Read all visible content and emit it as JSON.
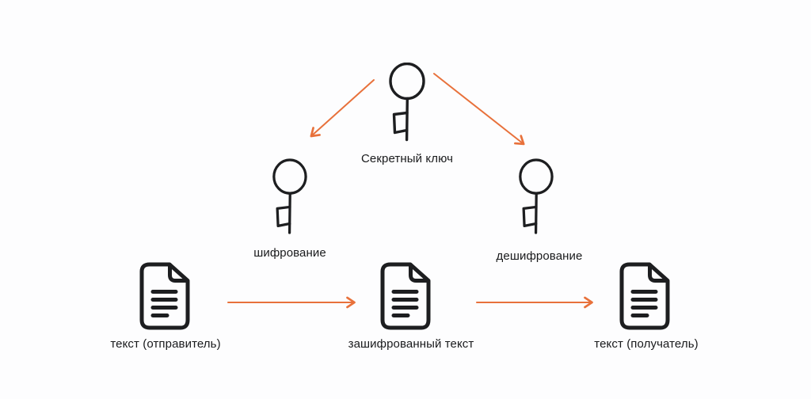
{
  "diagram": {
    "colors": {
      "background": "#fdfdfe",
      "icon_stroke": "#1d1e20",
      "arrow": "#e8713b",
      "text": "#191a1c"
    },
    "nodes": {
      "secret_key": {
        "icon": "key-icon",
        "label": "Секретный ключ"
      },
      "encryption": {
        "icon": "key-icon",
        "label": "шифрование"
      },
      "decryption": {
        "icon": "key-icon",
        "label": "дешифрование"
      },
      "sender_text": {
        "icon": "document-icon",
        "label": "текст (отправитель)"
      },
      "encrypted_text": {
        "icon": "document-icon",
        "label": "зашифрованный текст"
      },
      "recipient_text": {
        "icon": "document-icon",
        "label": "текст (получатель)"
      }
    },
    "edges": [
      {
        "from": "secret_key",
        "to": "encryption"
      },
      {
        "from": "secret_key",
        "to": "decryption"
      },
      {
        "from": "sender_text",
        "to": "encrypted_text"
      },
      {
        "from": "encrypted_text",
        "to": "recipient_text"
      }
    ]
  }
}
